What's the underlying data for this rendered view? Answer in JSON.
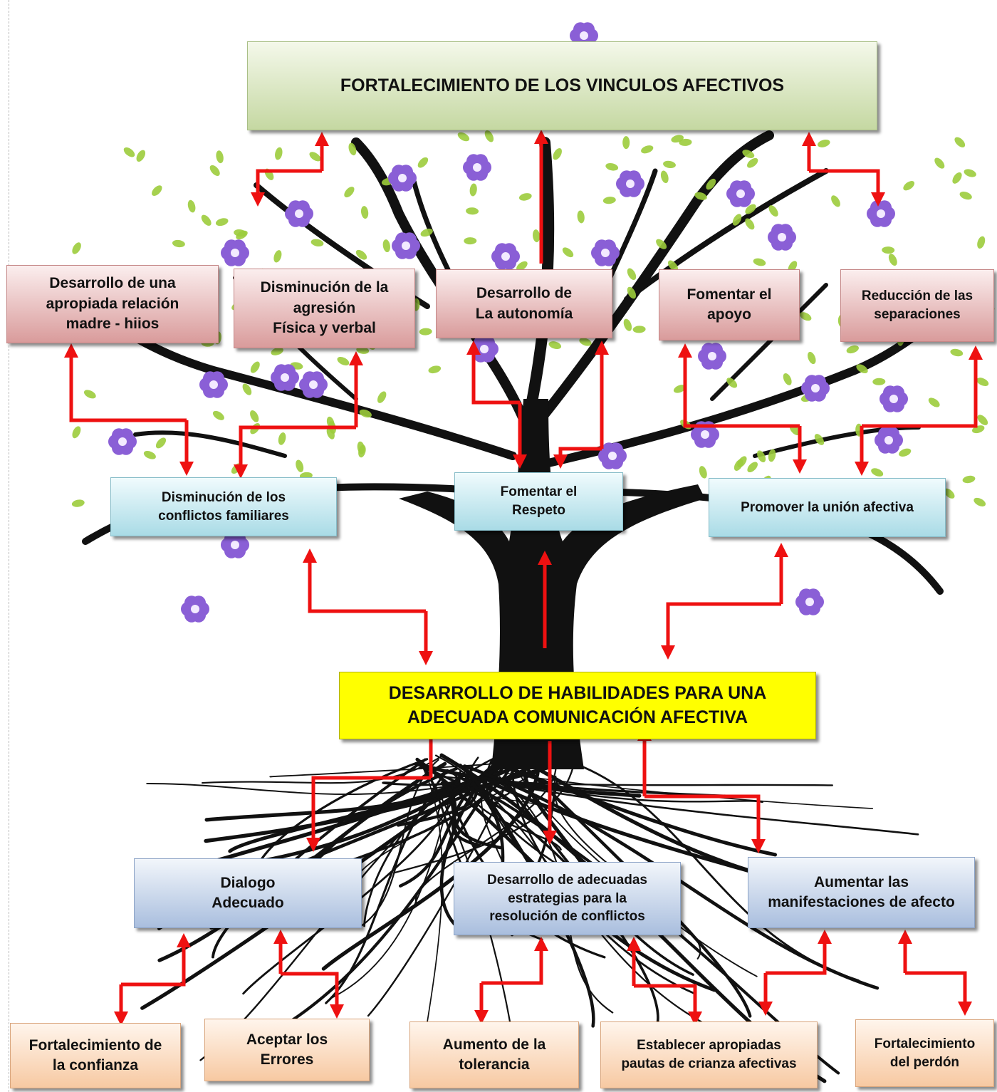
{
  "top_goal": "FORTALECIMIENTO DE LOS VINCULOS AFECTIVOS",
  "effects": [
    "Desarrollo de una\napropiada relación\nmadre - hiios",
    "Disminución de la\nagresión\nFísica y verbal",
    "Desarrollo de\nLa autonomía",
    "Fomentar el\napoyo",
    "Reducción de las\nseparaciones"
  ],
  "mid_results": [
    "Disminución de los\nconflictos familiares",
    "Fomentar el\nRespeto",
    "Promover la unión afectiva"
  ],
  "central": "DESARROLLO DE HABILIDADES PARA UNA\nADECUADA COMUNICACIÓN AFECTIVA",
  "means": [
    "Dialogo\nAdecuado",
    "Desarrollo de adecuadas\nestrategias para la\nresolución de conflictos",
    "Aumentar las\nmanifestaciones de afecto"
  ],
  "actions": [
    "Fortalecimiento de\nla confianza",
    "Aceptar los\nErrores",
    "Aumento de la\ntolerancia",
    "Establecer apropiadas\npautas de crianza afectivas",
    "Fortalecimiento\ndel perdón"
  ],
  "colors": {
    "arrow": "#ee1111",
    "trunk": "#111111",
    "leaf": "#9ccc3c",
    "flower": "#8a5fd6"
  }
}
